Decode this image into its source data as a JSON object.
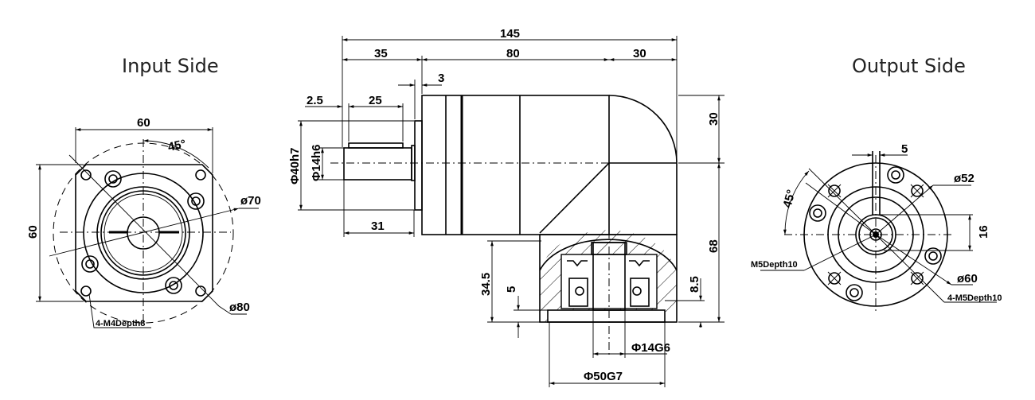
{
  "views": {
    "input_title": "Input Side",
    "output_title": "Output Side"
  },
  "input_side": {
    "width": "60",
    "height": "60",
    "angle": "45°",
    "pcd_70": "ø70",
    "pcd_80": "ø80",
    "tap": "4-M4Depth8"
  },
  "side_view": {
    "overall": "145",
    "seg_input": "35",
    "seg_body": "80",
    "seg_output": "30",
    "flange_step": "3",
    "shaft_offset": "2.5",
    "key_length": "25",
    "pilot_dia": "Φ40h7",
    "shaft_dia": "Φ14h6",
    "shaft_length": "31",
    "upper_height": "30",
    "lower_height": "68",
    "bore_depth": "34.5",
    "pilot_step": "5",
    "flange_thk": "8.5",
    "bore_dia": "Φ14G6",
    "pilot_out": "Φ50G7"
  },
  "output_side": {
    "key_width": "5",
    "pcd_52": "ø52",
    "keyway_height": "16",
    "center_tap": "M5Depth10",
    "pcd_60": "ø60",
    "tap": "4-M5Depth10",
    "angle": "45°"
  }
}
